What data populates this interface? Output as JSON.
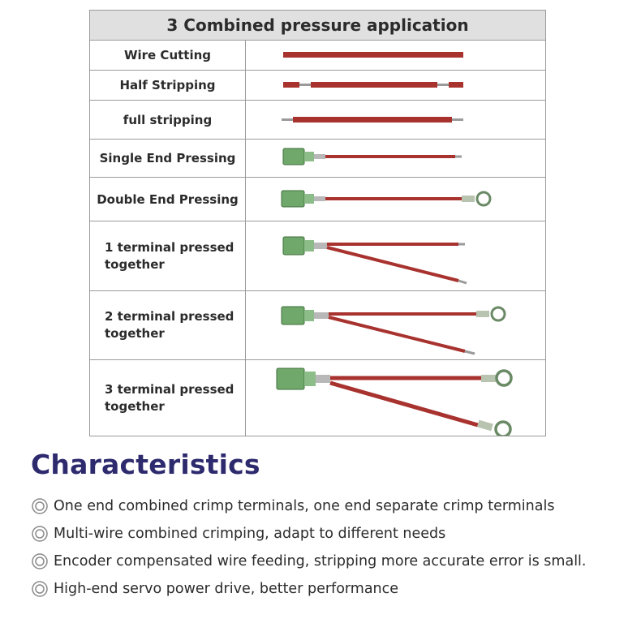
{
  "table": {
    "title": "3 Combined pressure application",
    "rows": [
      {
        "label": "Wire Cutting",
        "illustration": "wire-cut-icon"
      },
      {
        "label": "Half Stripping",
        "illustration": "half-strip-icon"
      },
      {
        "label": "full stripping",
        "illustration": "full-strip-icon"
      },
      {
        "label": "Single End Pressing",
        "illustration": "single-end-crimp-icon"
      },
      {
        "label": "Double End Pressing",
        "illustration": "double-end-crimp-icon"
      },
      {
        "label": "1 terminal pressed\ntogether",
        "illustration": "one-terminal-combined-icon"
      },
      {
        "label": "2 terminal pressed\ntogether",
        "illustration": "two-terminal-combined-icon"
      },
      {
        "label": "3 terminal pressed\ntogether",
        "illustration": "three-terminal-combined-icon"
      }
    ]
  },
  "characteristics": {
    "heading": "Characteristics",
    "items": [
      "One end combined crimp terminals, one end separate crimp terminals",
      "Multi-wire combined crimping, adapt to different needs",
      "Encoder compensated wire feeding, stripping more accurate error is small.",
      "High-end servo power drive, better performance"
    ],
    "bullet_icon": "double-circle-bullet-icon"
  },
  "colors": {
    "wire": "#a8322e",
    "terminal": "#6fa86a",
    "heading": "#2e2a6e",
    "header_bg": "#e0e0e0"
  }
}
